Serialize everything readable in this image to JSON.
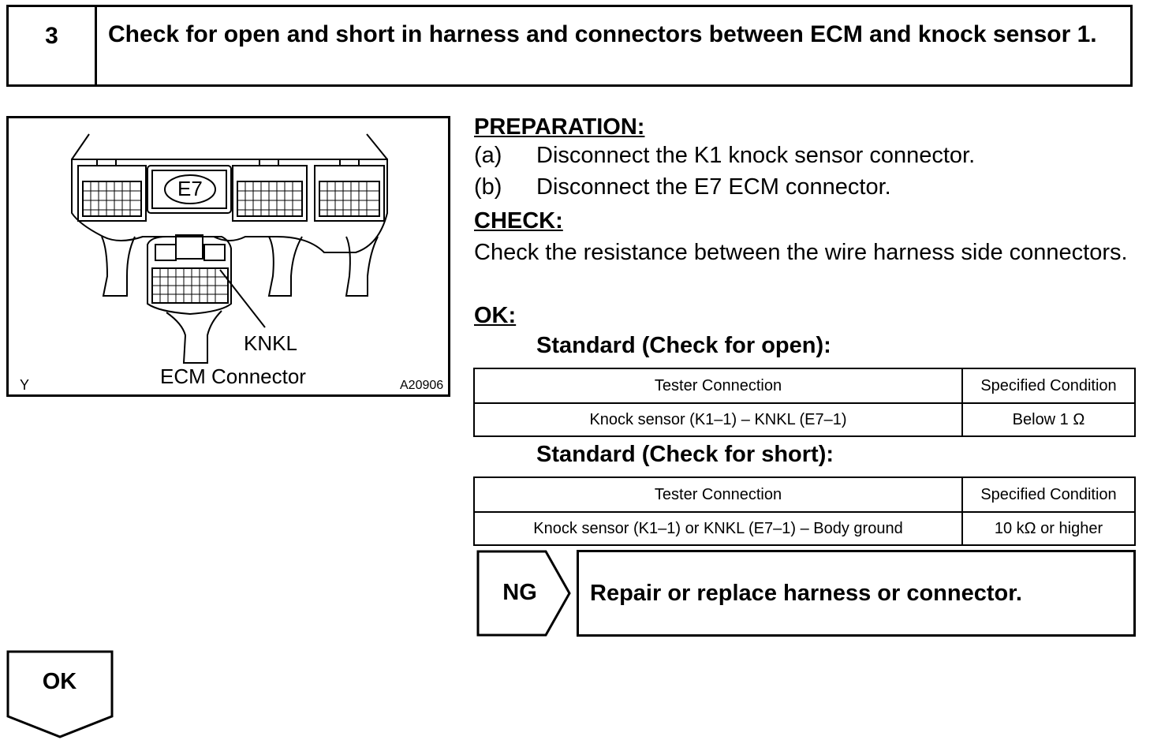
{
  "step": {
    "number": "3",
    "title": "Check for open and short in harness and connectors between ECM and knock sensor 1."
  },
  "diagram": {
    "connector_label": "E7",
    "terminal_label": "KNKL",
    "caption": "ECM Connector",
    "corner_left": "Y",
    "figure_code": "A20906"
  },
  "preparation": {
    "heading": "PREPARATION:",
    "items": [
      {
        "letter": "(a)",
        "text": "Disconnect the K1 knock sensor connector."
      },
      {
        "letter": "(b)",
        "text": "Disconnect the E7 ECM connector."
      }
    ]
  },
  "check": {
    "heading": "CHECK:",
    "text": "Check the resistance between the wire harness side connectors."
  },
  "ok_section": {
    "heading": "OK:",
    "open_title": "Standard (Check for open):",
    "short_title": "Standard (Check for short):"
  },
  "table_open": {
    "headers": [
      "Tester Connection",
      "Specified Condition"
    ],
    "rows": [
      [
        "Knock sensor (K1–1) – KNKL (E7–1)",
        "Below 1 Ω"
      ]
    ]
  },
  "table_short": {
    "headers": [
      "Tester Connection",
      "Specified Condition"
    ],
    "rows": [
      [
        "Knock sensor (K1–1) or KNKL (E7–1) – Body ground",
        "10 kΩ or higher"
      ]
    ]
  },
  "ng": {
    "label": "NG",
    "action": "Repair or replace harness or connector."
  },
  "ok": {
    "label": "OK"
  }
}
